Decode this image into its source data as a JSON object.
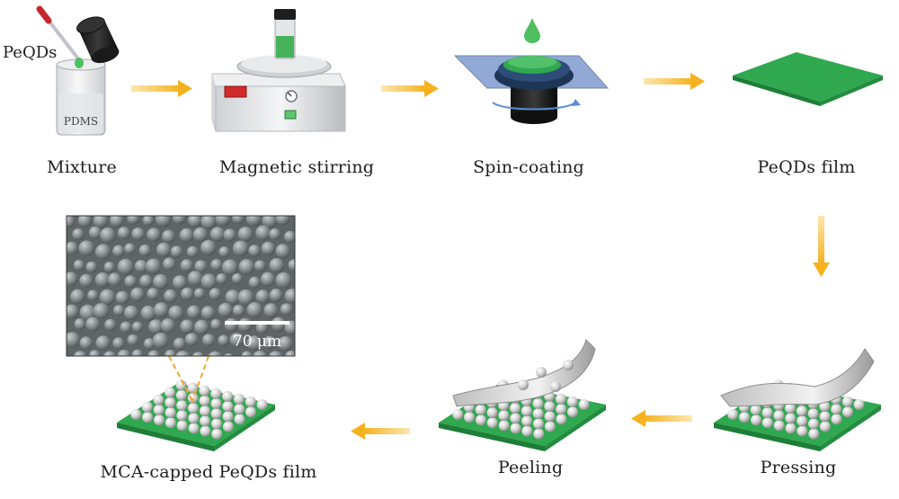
{
  "steps": {
    "mixture": "Mixture",
    "stirring": "Magnetic stirring",
    "spin_coating": "Spin-coating",
    "film": "PeQDs film",
    "pressing": "Pressing",
    "peeling": "Peeling",
    "mca_film": "MCA-capped PeQDs film"
  },
  "labels": {
    "peqds": "PeQDs",
    "pdms": "PDMS",
    "scale_bar": "70 μm"
  },
  "colors": {
    "arrow": "#f5b21f",
    "film_green": "#2fa84f",
    "accent_green": "#53c06b",
    "sphere": "#e0e0e0"
  }
}
